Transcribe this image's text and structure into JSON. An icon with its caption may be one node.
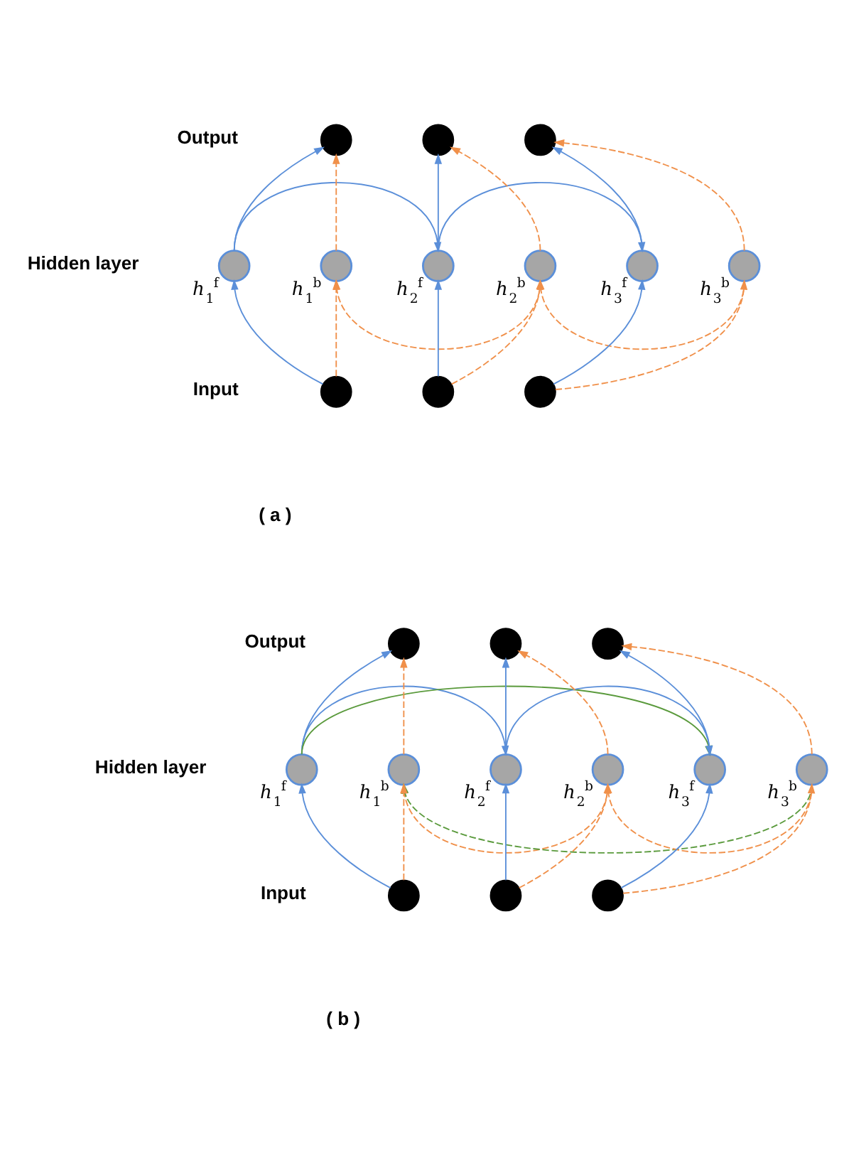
{
  "diagram": {
    "nodes": [
      {
        "text": [],
        "shape": "circle"
      },
      {
        "text": [],
        "shape": "circle"
      },
      {
        "text": [],
        "shape": "circle"
      },
      {
        "text": [],
        "shape": "circle",
        "beside": [
          "h$_{1}$$^{f}$"
        ]
      },
      {
        "text": [],
        "shape": "circle",
        "beside": [
          "h$_{1}$$^{b}$"
        ]
      },
      {
        "text": [],
        "shape": "circle",
        "beside": [
          "h$_{2}$$^{f}$"
        ]
      },
      {
        "text": [],
        "shape": "circle",
        "beside": [
          "h$_{2}$$^{b}$"
        ]
      },
      {
        "text": [],
        "shape": "circle",
        "beside": [
          "h$_{3}$$^{f}$"
        ]
      },
      {
        "text": [],
        "shape": "circle",
        "beside": [
          "h$_{3}$$^{b}$"
        ]
      },
      {
        "text": [],
        "shape": "circle"
      },
      {
        "text": [],
        "shape": "circle"
      },
      {
        "text": [],
        "shape": "circle"
      },
      {
        "text": [],
        "shape": "circle"
      },
      {
        "text": [],
        "shape": "circle"
      },
      {
        "text": [],
        "shape": "circle"
      },
      {
        "text": [],
        "shape": "circle",
        "beside": [
          "h$_{1}$$^{f}$"
        ]
      },
      {
        "text": [],
        "shape": "circle",
        "beside": [
          "h$_{1}$$^{b}$"
        ]
      },
      {
        "text": [],
        "shape": "circle",
        "beside": [
          "h$_{2}$$^{f}$"
        ]
      },
      {
        "text": [],
        "shape": "circle",
        "beside": [
          "h$_{2}$$^{b}$"
        ]
      },
      {
        "text": [],
        "shape": "circle",
        "beside": [
          "h$_{3}$$^{f}$"
        ]
      },
      {
        "text": [],
        "shape": "circle",
        "beside": [
          "h$_{3}$$^{b}$"
        ]
      },
      {
        "text": [],
        "shape": "circle"
      },
      {
        "text": [],
        "shape": "circle"
      },
      {
        "text": [],
        "shape": "circle"
      }
    ],
    "edges": [
      {
        "from": 9,
        "to": 3,
        "arrow": "to",
        "color": "#5b8fd9"
      },
      {
        "from": 9,
        "to": 4,
        "arrow": "to",
        "style": "dashed",
        "color": "#f0904a"
      },
      {
        "from": 10,
        "to": 5,
        "arrow": "to",
        "color": "#5b8fd9"
      },
      {
        "from": 10,
        "to": 6,
        "arrow": "to",
        "style": "dashed",
        "color": "#f0904a"
      },
      {
        "from": 11,
        "to": 7,
        "arrow": "to",
        "color": "#5b8fd9"
      },
      {
        "from": 11,
        "to": 8,
        "arrow": "to",
        "style": "dashed",
        "color": "#f0904a"
      },
      {
        "from": 3,
        "to": 0,
        "arrow": "to",
        "color": "#5b8fd9"
      },
      {
        "from": 4,
        "to": 0,
        "arrow": "to",
        "style": "dashed",
        "color": "#f0904a"
      },
      {
        "from": 5,
        "to": 1,
        "arrow": "to",
        "color": "#5b8fd9"
      },
      {
        "from": 6,
        "to": 1,
        "arrow": "to",
        "style": "dashed",
        "color": "#f0904a"
      },
      {
        "from": 7,
        "to": 2,
        "arrow": "to",
        "color": "#5b8fd9"
      },
      {
        "from": 8,
        "to": 2,
        "arrow": "to",
        "style": "dashed",
        "color": "#f0904a"
      },
      {
        "from": 3,
        "to": 5,
        "arrow": "to",
        "color": "#5b8fd9"
      },
      {
        "from": 5,
        "to": 7,
        "arrow": "to",
        "color": "#5b8fd9"
      },
      {
        "from": 8,
        "to": 6,
        "arrow": "to",
        "style": "dashed",
        "color": "#f0904a"
      },
      {
        "from": 6,
        "to": 4,
        "arrow": "to",
        "style": "dashed",
        "color": "#f0904a"
      },
      {
        "from": 21,
        "to": 15,
        "arrow": "to",
        "color": "#5b8fd9"
      },
      {
        "from": 21,
        "to": 16,
        "arrow": "to",
        "style": "dashed",
        "color": "#f0904a"
      },
      {
        "from": 22,
        "to": 17,
        "arrow": "to",
        "color": "#5b8fd9"
      },
      {
        "from": 22,
        "to": 18,
        "arrow": "to",
        "style": "dashed",
        "color": "#f0904a"
      },
      {
        "from": 23,
        "to": 19,
        "arrow": "to",
        "color": "#5b8fd9"
      },
      {
        "from": 23,
        "to": 20,
        "arrow": "to",
        "style": "dashed",
        "color": "#f0904a"
      },
      {
        "from": 15,
        "to": 12,
        "arrow": "to",
        "color": "#5b8fd9"
      },
      {
        "from": 16,
        "to": 12,
        "arrow": "to",
        "style": "dashed",
        "color": "#f0904a"
      },
      {
        "from": 17,
        "to": 13,
        "arrow": "to",
        "color": "#5b8fd9"
      },
      {
        "from": 18,
        "to": 13,
        "arrow": "to",
        "style": "dashed",
        "color": "#f0904a"
      },
      {
        "from": 19,
        "to": 14,
        "arrow": "to",
        "color": "#5b8fd9"
      },
      {
        "from": 20,
        "to": 14,
        "arrow": "to",
        "style": "dashed",
        "color": "#f0904a"
      },
      {
        "from": 15,
        "to": 17,
        "arrow": "to",
        "color": "#5b8fd9"
      },
      {
        "from": 17,
        "to": 19,
        "arrow": "to",
        "color": "#5b8fd9"
      },
      {
        "from": 15,
        "to": 19,
        "arrow": "to",
        "color": "#5a9a3c"
      },
      {
        "from": 20,
        "to": 18,
        "arrow": "to",
        "style": "dashed",
        "color": "#f0904a"
      },
      {
        "from": 18,
        "to": 16,
        "arrow": "to",
        "style": "dashed",
        "color": "#f0904a"
      },
      {
        "from": 20,
        "to": 16,
        "arrow": "to",
        "style": "dashed",
        "color": "#5a9a3c"
      }
    ],
    "labels": [
      "Output",
      "Hidden layer",
      "Input",
      "( a )",
      "Output",
      "Hidden layer",
      "Input",
      "( b )"
    ]
  }
}
